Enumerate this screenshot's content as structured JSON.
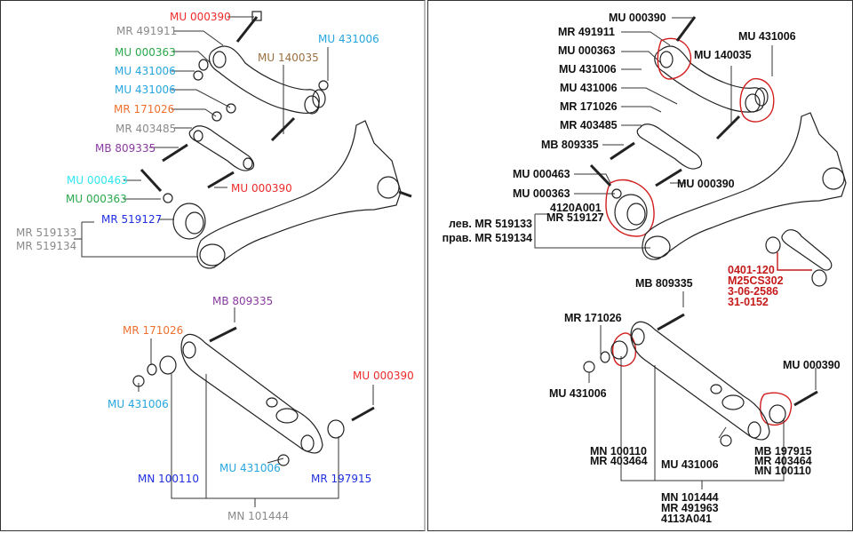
{
  "colors": {
    "red": "#ee2a2a",
    "gray": "#8a8a8a",
    "green": "#2aa84a",
    "sky": "#26a6e0",
    "cyan": "#2ee6f0",
    "brown": "#9a7040",
    "orange": "#f07030",
    "purple": "#8a3aa0",
    "blue": "#2030e0",
    "black": "#111111",
    "annotation_red": "#c41a1a"
  },
  "left_panel": {
    "upper_diagram": {
      "labels": [
        {
          "id": "mu000390_top",
          "text": "MU 000390",
          "color": "red"
        },
        {
          "id": "mr491911",
          "text": "MR 491911",
          "color": "gray"
        },
        {
          "id": "mu000363_a",
          "text": "MU 000363",
          "color": "green"
        },
        {
          "id": "mu431006_a",
          "text": "MU 431006",
          "color": "sky"
        },
        {
          "id": "mu431006_b",
          "text": "MU 431006",
          "color": "sky"
        },
        {
          "id": "mr171026",
          "text": "MR 171026",
          "color": "orange"
        },
        {
          "id": "mr403485",
          "text": "MR 403485",
          "color": "gray"
        },
        {
          "id": "mb809335",
          "text": "MB 809335",
          "color": "purple"
        },
        {
          "id": "mu000463",
          "text": "MU 000463",
          "color": "cyan"
        },
        {
          "id": "mu000363_b",
          "text": "MU 000363",
          "color": "green"
        },
        {
          "id": "mr519127",
          "text": "MR 519127",
          "color": "blue"
        },
        {
          "id": "mr519133",
          "text": "MR 519133",
          "color": "gray"
        },
        {
          "id": "mr519134",
          "text": "MR 519134",
          "color": "gray"
        },
        {
          "id": "mu431006_c",
          "text": "MU 431006",
          "color": "sky"
        },
        {
          "id": "mu140035",
          "text": "MU 140035",
          "color": "brown"
        },
        {
          "id": "mu000390_mid",
          "text": "MU 000390",
          "color": "red"
        }
      ]
    },
    "lower_diagram": {
      "labels": [
        {
          "id": "mb809335",
          "text": "MB 809335",
          "color": "purple"
        },
        {
          "id": "mr171026",
          "text": "MR 171026",
          "color": "orange"
        },
        {
          "id": "mu431006_a",
          "text": "MU 431006",
          "color": "sky"
        },
        {
          "id": "mu000390",
          "text": "MU 000390",
          "color": "red"
        },
        {
          "id": "mu431006_b",
          "text": "MU 431006",
          "color": "sky"
        },
        {
          "id": "mn100110",
          "text": "MN 100110",
          "color": "blue"
        },
        {
          "id": "mr197915",
          "text": "MR 197915",
          "color": "blue"
        },
        {
          "id": "mn101444",
          "text": "MN 101444",
          "color": "gray"
        }
      ]
    }
  },
  "right_panel": {
    "upper_diagram": {
      "labels": {
        "mu000390_top": "MU 000390",
        "mr491911": "MR 491911",
        "mu000363_a": "MU 000363",
        "mu431006_a": "MU 431006",
        "mu431006_b": "MU 431006",
        "mr171026": "MR 171026",
        "mr403485": "MR 403485",
        "mb809335": "MB 809335",
        "mu000463": "MU 000463",
        "mu000363_b": "MU 000363",
        "p4120a001": "4120A001",
        "mr519127": "MR 519127",
        "left_mr519133": "лев. MR 519133",
        "right_mr519134": "прав. MR 519134",
        "mu431006_c": "MU 431006",
        "mu140035": "MU 140035",
        "mu000390_mid": "MU 000390"
      },
      "red_annotation": [
        "0401-120",
        "M25CS302",
        "3-06-2586",
        "31-0152"
      ]
    },
    "lower_diagram": {
      "labels": {
        "mb809335": "MB 809335",
        "mr171026": "MR 171026",
        "mu431006_a": "MU 431006",
        "mu000390": "MU 000390",
        "mu431006_b": "MU 431006",
        "bushing_left": [
          "MN 100110",
          "MR 403464"
        ],
        "bushing_right": [
          "MB 197915",
          "MR 403464",
          "MN 100110"
        ],
        "assembly": [
          "MN 101444",
          "MR 491963",
          "4113A041"
        ]
      }
    }
  }
}
